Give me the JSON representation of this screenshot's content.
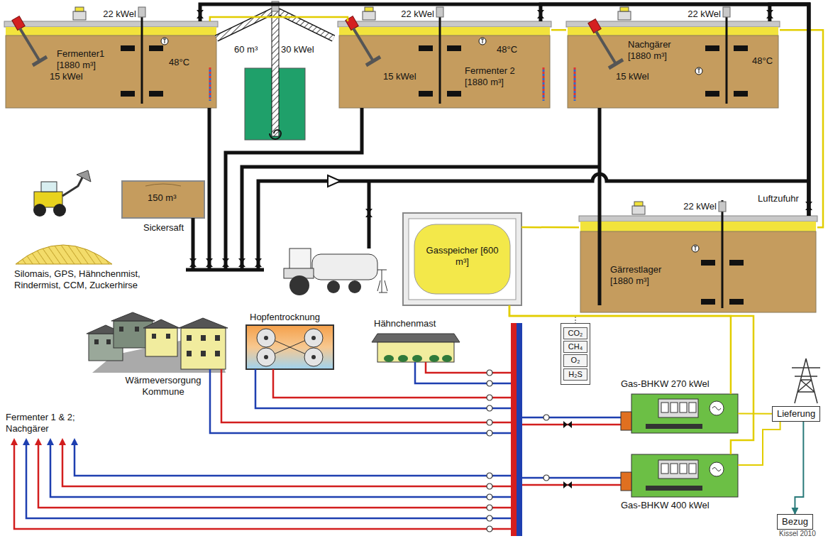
{
  "diagram": {
    "nodes": [
      {
        "text": [
          "Fermenter1 [1880 m³]",
          "15 kWel",
          "48°C"
        ]
      },
      {
        "text": [
          "15 kWel",
          "Fermenter 2 [1880 m³]",
          "48°C"
        ]
      },
      {
        "text": [
          "Nachgärer [1880 m³]",
          "15 kWel",
          "48°C"
        ]
      },
      {
        "text": [
          "150 m³",
          "Sickersaft"
        ]
      },
      {
        "text": [
          "Gasspeicher [600 m³]"
        ]
      },
      {
        "text": [
          "Gärrestlager [1880 m³]"
        ]
      },
      {
        "text": [
          "Wärmeversorgung Kommune"
        ]
      },
      {
        "text": [
          "Hopfentrocknung"
        ]
      },
      {
        "text": [
          "Hähnchenmast"
        ]
      },
      {
        "text": [
          "CO₂",
          "CH₄",
          "O₂",
          "H₂S"
        ]
      },
      {
        "text": [
          "Gas-BHKW 270 kWel"
        ]
      },
      {
        "text": [
          "Gas-BHKW 400 kWel"
        ]
      },
      {
        "text": [
          "Lieferung"
        ]
      },
      {
        "text": [
          "Bezug"
        ]
      }
    ],
    "edges": [
      {
        "from": 0,
        "to": 1,
        "arrow": "none"
      },
      {
        "from": 1,
        "to": 2,
        "arrow": "none"
      },
      {
        "from": 2,
        "to": 5,
        "arrow": "none"
      },
      {
        "from": 5,
        "to": 4,
        "arrow": "none"
      },
      {
        "from": 4,
        "to": 10,
        "arrow": "none"
      },
      {
        "from": 4,
        "to": 11,
        "arrow": "none"
      },
      {
        "from": 10,
        "to": 12,
        "arrow": "none"
      },
      {
        "from": 11,
        "to": 12,
        "arrow": "none"
      },
      {
        "from": 12,
        "to": 13,
        "arrow": "to"
      },
      {
        "from": 0,
        "to": 5,
        "arrow": "none"
      },
      {
        "from": 1,
        "to": 5,
        "arrow": "none"
      },
      {
        "from": 2,
        "to": 5,
        "arrow": "none"
      }
    ],
    "labels": [
      "22 kWel",
      "60 m³",
      "30 kWel",
      "22 kWel",
      "22 kWel",
      "Silomais, GPS, Hähnchenmist, Rindermist, CCM, Zuckerhirse",
      "Luftzufuhr",
      "22 kWel",
      "Fermenter 1 & 2; Nachgärer",
      "Kissel 2010"
    ]
  }
}
